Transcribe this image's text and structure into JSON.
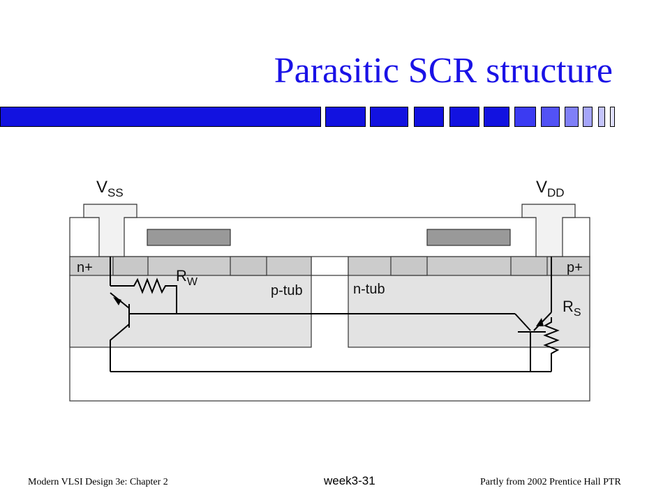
{
  "slide": {
    "title": "Parasitic SCR structure"
  },
  "diagram": {
    "labels": {
      "vss": "V",
      "vss_sub": "SS",
      "vdd": "V",
      "vdd_sub": "DD",
      "n_plus": "n+",
      "p_plus": "p+",
      "rw": "R",
      "rw_sub": "W",
      "rs": "R",
      "rs_sub": "S",
      "p_tub": "p-tub",
      "n_tub": "n-tub"
    }
  },
  "footer": {
    "left": "Modern VLSI Design 3e: Chapter 2",
    "center": "week3-31",
    "right": "Partly from 2002 Prentice Hall PTR"
  }
}
